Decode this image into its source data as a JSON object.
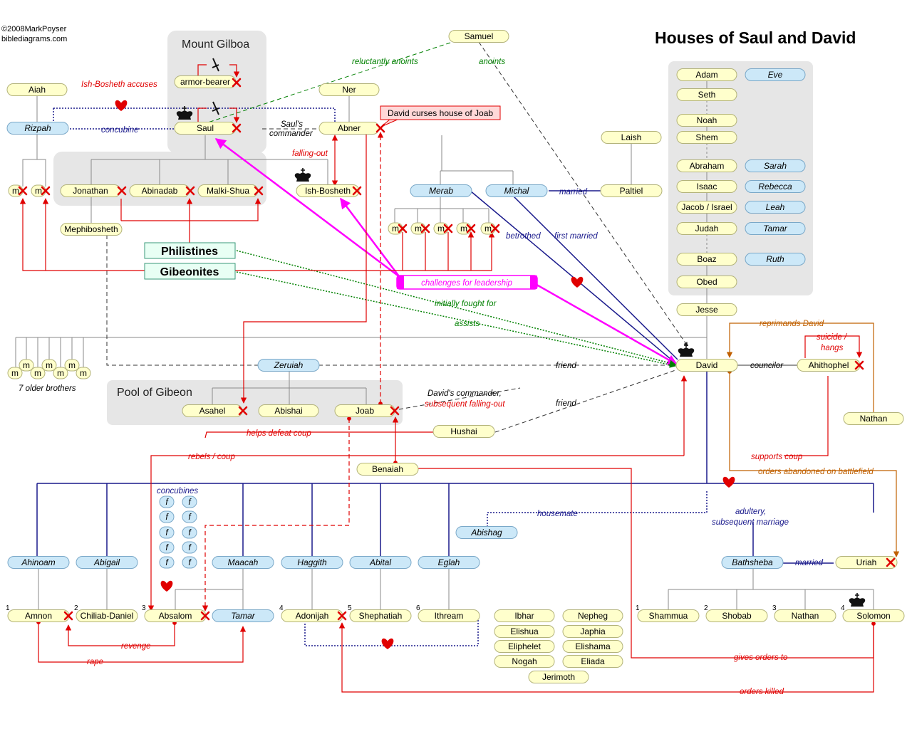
{
  "credit": [
    "©2008MarkPoyser",
    "biblediagrams.com"
  ],
  "title": "Houses of Saul and David",
  "areas": {
    "gilboa": "Mount Gilboa",
    "gibeon": "Pool of Gibeon"
  },
  "peoples": {
    "philistines": "Philistines",
    "gibeonites": "Gibeonites"
  },
  "people": {
    "samuel": "Samuel",
    "aiah": "Aiah",
    "rizpah": "Rizpah",
    "armor_bearer": "armor-bearer",
    "saul": "Saul",
    "ner": "Ner",
    "abner": "Abner",
    "laish": "Laish",
    "paltiel": "Paltiel",
    "merab": "Merab",
    "michal": "Michal",
    "jonathan": "Jonathan",
    "abinadab": "Abinadab",
    "malki_shua": "Malki-Shua",
    "ish_bosheth": "Ish-Bosheth",
    "mephibosheth": "Mephibosheth",
    "zeruiah": "Zeruiah",
    "asahel": "Asahel",
    "abishai": "Abishai",
    "joab": "Joab",
    "hushai": "Hushai",
    "benaiah": "Benaiah",
    "jesse": "Jesse",
    "david": "David",
    "ahithophel": "Ahithophel",
    "nathan_prophet": "Nathan",
    "abishag": "Abishag",
    "bathsheba": "Bathsheba",
    "uriah": "Uriah",
    "m": "m",
    "f": "f"
  },
  "lineage": {
    "adam": "Adam",
    "eve": "Eve",
    "seth": "Seth",
    "noah": "Noah",
    "shem": "Shem",
    "abraham": "Abraham",
    "sarah": "Sarah",
    "isaac": "Isaac",
    "rebecca": "Rebecca",
    "jacob": "Jacob / Israel",
    "leah": "Leah",
    "judah": "Judah",
    "tamar": "Tamar",
    "boaz": "Boaz",
    "ruth": "Ruth",
    "obed": "Obed"
  },
  "wives": {
    "ahinoam": "Ahinoam",
    "abigail": "Abigail",
    "maacah": "Maacah",
    "haggith": "Haggith",
    "abital": "Abital",
    "eglah": "Eglah"
  },
  "sons": {
    "amnon": "Amnon",
    "chiliab": "Chiliab-Daniel",
    "absalom": "Absalom",
    "tamar": "Tamar",
    "adonijah": "Adonijah",
    "shephatiah": "Shephatiah",
    "ithream": "Ithream",
    "shammua": "Shammua",
    "shobab": "Shobab",
    "nathan": "Nathan",
    "solomon": "Solomon"
  },
  "birth_order": [
    "1",
    "2",
    "3",
    "4",
    "5",
    "6",
    "1",
    "2",
    "3",
    "4"
  ],
  "other_sons": [
    "Ibhar",
    "Nepheg",
    "Elishua",
    "Japhia",
    "Eliphelet",
    "Elishama",
    "Nogah",
    "Eliada",
    "Jerimoth"
  ],
  "labels": {
    "reluctantly_anoints": "reluctantly anoints",
    "anoints": "anoints",
    "ish_bosheth_accuses": "Ish-Bosheth accuses",
    "concubine": "concubine",
    "sauls_commander": [
      "Saul's",
      "commander"
    ],
    "david_curses": "David curses house of Joab",
    "falling_out": "falling-out",
    "married": "married",
    "betrothed": "betrothed",
    "first_married": "first married",
    "challenges": "challenges for leadership",
    "initially_fought": "initially fought for",
    "assists": "assists",
    "seven_older": "7 older brothers",
    "friend": "friend",
    "davids_commander": [
      "David's commander,",
      "subsequent falling-out"
    ],
    "reprimands": "reprimands David",
    "suicide": [
      "suicide /",
      "hangs"
    ],
    "councilor": "councilor",
    "helps_defeat": "helps defeat coup",
    "rebels": "rebels / coup",
    "supports_coup": "supports coup",
    "orders_abandoned": "orders abandoned on battlefield",
    "concubines": "concubines",
    "housemate": "housemate",
    "adultery": [
      "adultery,",
      "subsequent marriage"
    ],
    "revenge": "revenge",
    "rape": "rape",
    "gives_orders": "gives orders to",
    "orders_killed": "orders killed"
  },
  "colors": {
    "male_fill": "#ffffcc",
    "male_stroke": "#b3b37a",
    "female_fill": "#cce8f8",
    "female_stroke": "#7aa8c8",
    "red": "#e00000",
    "green": "#008000",
    "navy": "#1a1a8c",
    "magenta": "#ff00ff",
    "orange": "#c06000",
    "group_bg": "#e6e6e6",
    "people_fill": "#e8fff4",
    "people_stroke": "#3a9a7a"
  }
}
